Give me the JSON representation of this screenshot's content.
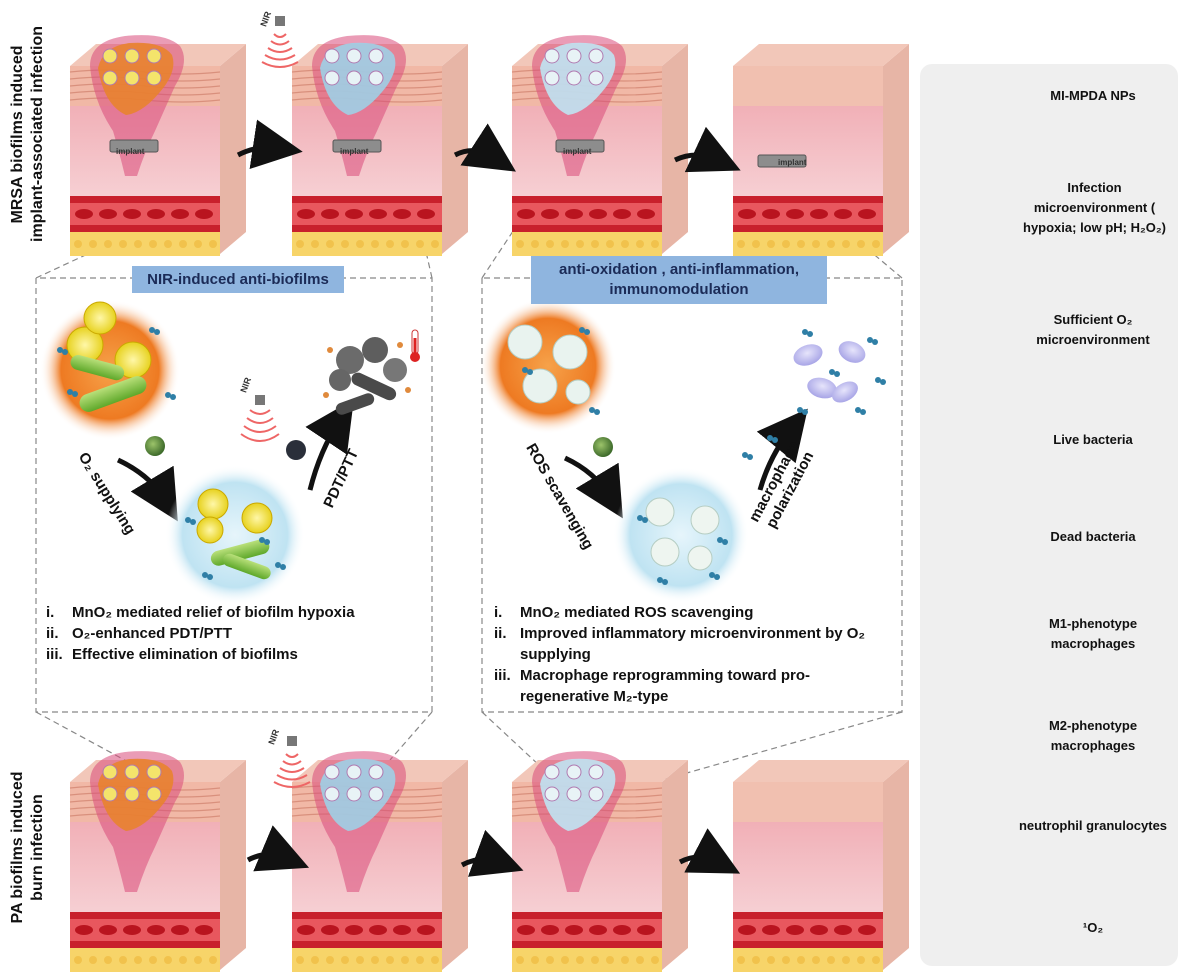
{
  "rows": {
    "top_label_lines": [
      "MRSA biofilms induced",
      "implant-associated infection"
    ],
    "bottom_label_lines": [
      "PA biofilms induced",
      "burn infection"
    ],
    "implant_label": "implant",
    "nir_label": "NIR"
  },
  "left_panel": {
    "title": "NIR-induced anti-biofilms",
    "step1": "O₂ supplying",
    "step2": "PDT/PTT",
    "nir_label": "NIR",
    "items": [
      {
        "num": "i.",
        "text": "MnO₂ mediated relief of biofilm hypoxia"
      },
      {
        "num": "ii.",
        "text": "O₂-enhanced PDT/PTT"
      },
      {
        "num": "iii.",
        "text": "Effective elimination of biofilms"
      }
    ]
  },
  "right_panel": {
    "title_lines": [
      "anti-oxidation , anti-inflammation,",
      "immunomodulation"
    ],
    "step1": "ROS scavenging",
    "step2_lines": [
      "macrophage",
      "polarization"
    ],
    "items": [
      {
        "num": "i.",
        "text": "MnO₂ mediated ROS scavenging"
      },
      {
        "num": "ii.",
        "text": "Improved inflammatory microenvironment by O₂ supplying"
      },
      {
        "num": "iii.",
        "text": "Macrophage reprogramming toward pro-regenerative M₂-type"
      }
    ]
  },
  "legend": [
    {
      "label": "MI-MPDA NPs",
      "icon": "nanoparticle-icon"
    },
    {
      "label": "Infection microenvironment ( hypoxia; low pH; H₂O₂)",
      "icon": "infection-microenvironment-icon"
    },
    {
      "label": "Sufficient O₂ microenvironment",
      "icon": "oxygen-microenvironment-icon"
    },
    {
      "label": "Live bacteria",
      "icon": "live-bacteria-icon"
    },
    {
      "label": "Dead bacteria",
      "icon": "dead-bacteria-icon"
    },
    {
      "label": "M1-phenotype macrophages",
      "icon": "m1-macrophage-icon"
    },
    {
      "label": "M2-phenotype macrophages",
      "icon": "m2-macrophage-icon"
    },
    {
      "label": "neutrophil granulocytes",
      "icon": "neutrophil-icon"
    },
    {
      "label": "¹O₂",
      "icon": "singlet-oxygen-icon"
    }
  ],
  "colors": {
    "panel_title_bg": "#8fb5df",
    "infection_orange": "#ee7a22",
    "oxygen_blue": "#bfe3f2",
    "skin_pink": "#f4c1c4",
    "vessel_red": "#c8202c",
    "fat_yellow": "#f7d469",
    "live_bacteria_green": "#8dc63f",
    "legend_bg": "#efefef"
  }
}
